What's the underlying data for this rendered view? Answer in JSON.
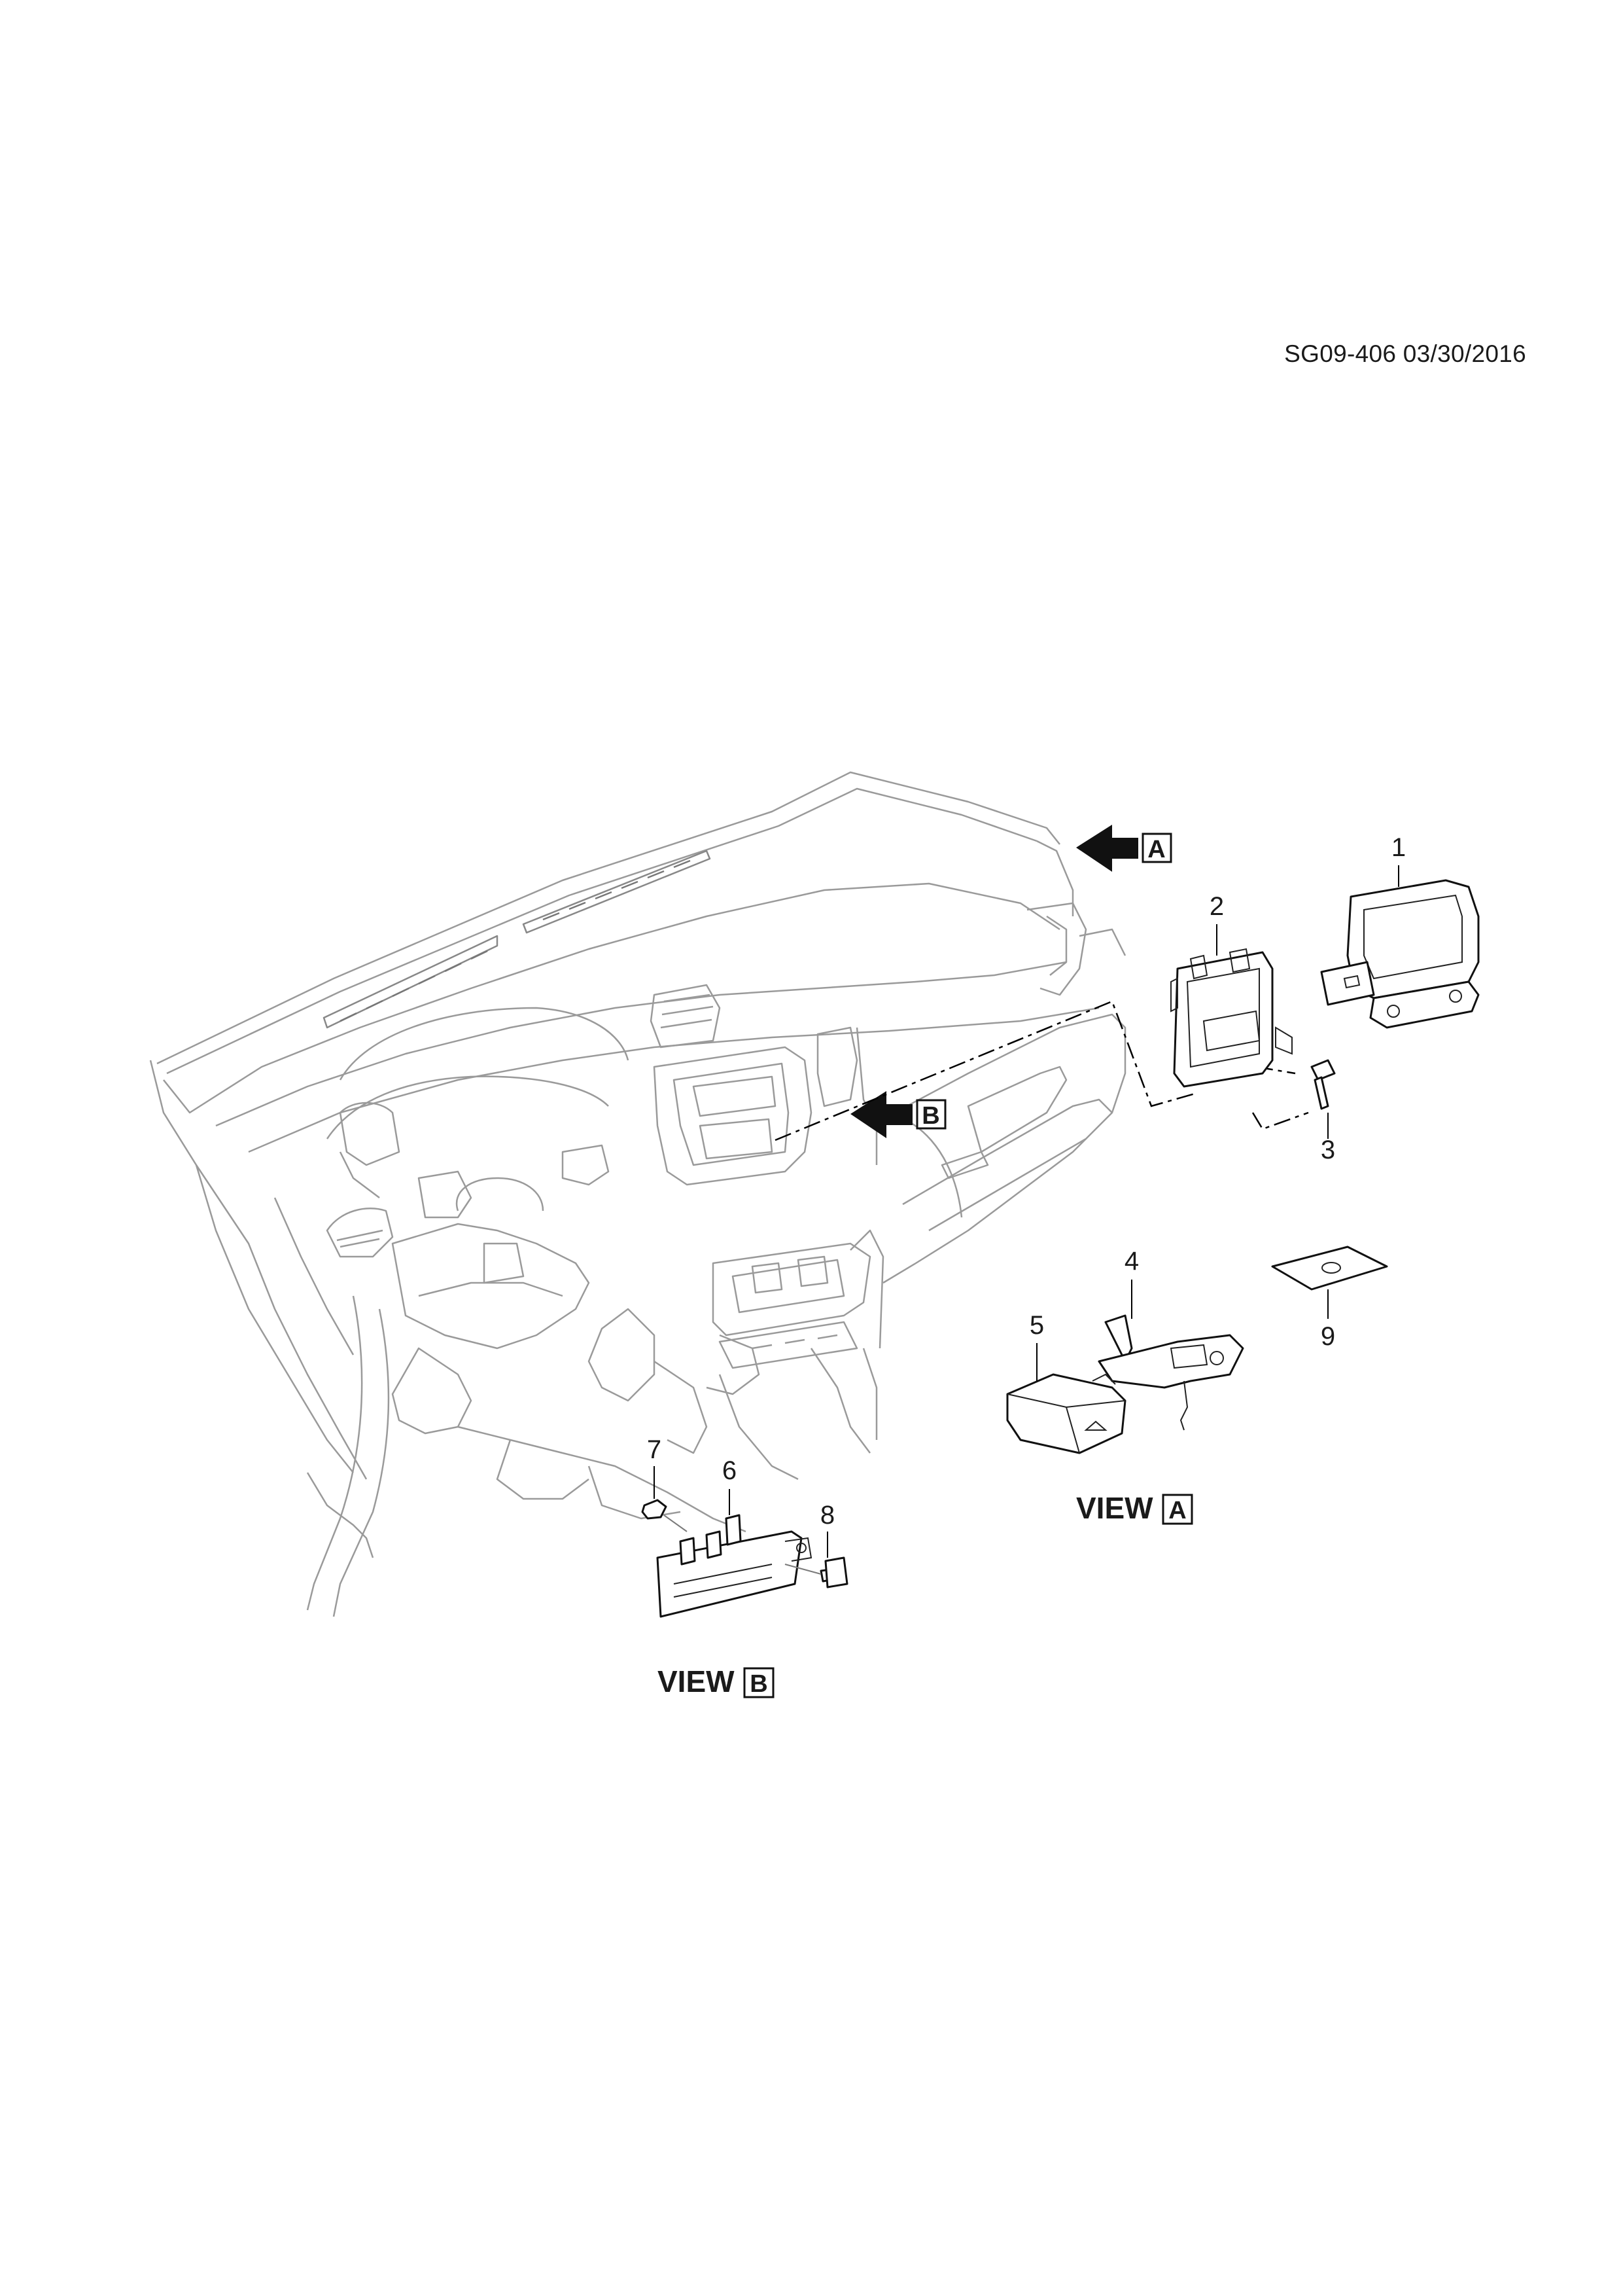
{
  "header": {
    "reference": "SG09-406 03/30/2016"
  },
  "callouts": {
    "c1": "1",
    "c2": "2",
    "c3": "3",
    "c4": "4",
    "c5": "5",
    "c6": "6",
    "c7": "7",
    "c8": "8",
    "c9": "9"
  },
  "views": {
    "arrow_a_letter": "A",
    "arrow_b_letter": "B",
    "view_word": "VIEW",
    "view_a_letter": "A",
    "view_b_letter": "B"
  }
}
